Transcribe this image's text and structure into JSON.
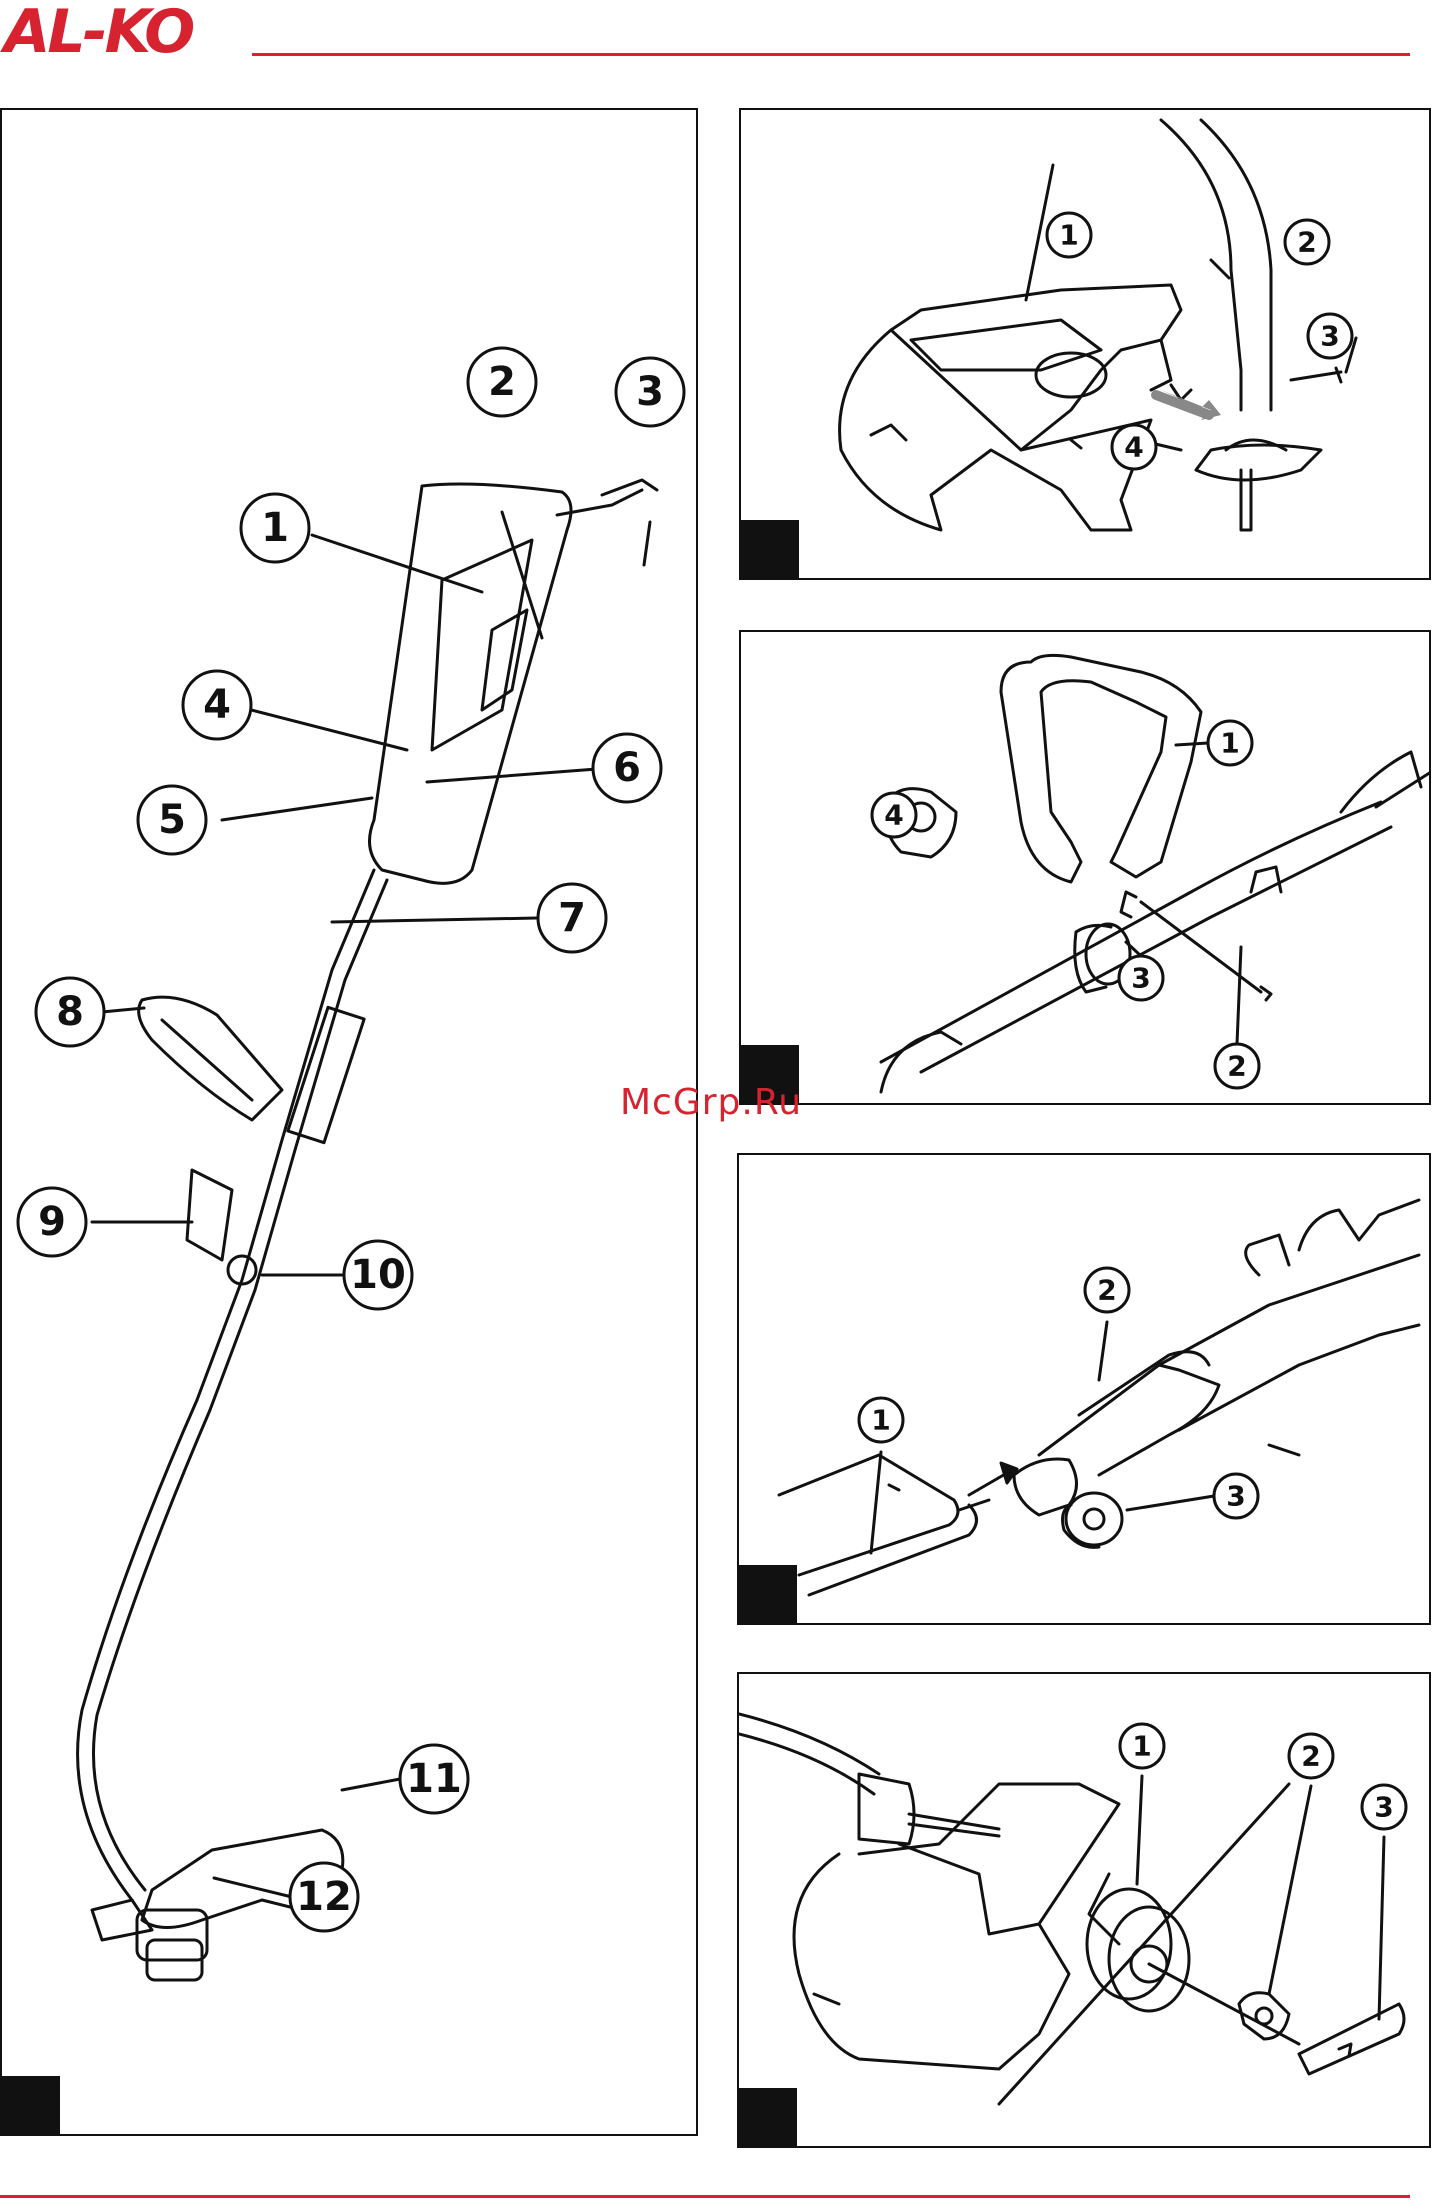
{
  "header": {
    "brand": "AL-KO"
  },
  "watermark": "McGrp.Ru",
  "colors": {
    "brand_red": "#d7232f",
    "ink": "#111111"
  },
  "figures": {
    "overview": {
      "callouts": [
        "1",
        "2",
        "3",
        "4",
        "5",
        "6",
        "7",
        "8",
        "9",
        "10",
        "11",
        "12"
      ]
    },
    "guard": {
      "callouts": [
        "1",
        "2",
        "3",
        "4"
      ]
    },
    "handle": {
      "callouts": [
        "1",
        "2",
        "3",
        "4"
      ]
    },
    "shaft": {
      "callouts": [
        "1",
        "2",
        "3"
      ]
    },
    "head": {
      "callouts": [
        "1",
        "2",
        "3"
      ]
    }
  }
}
